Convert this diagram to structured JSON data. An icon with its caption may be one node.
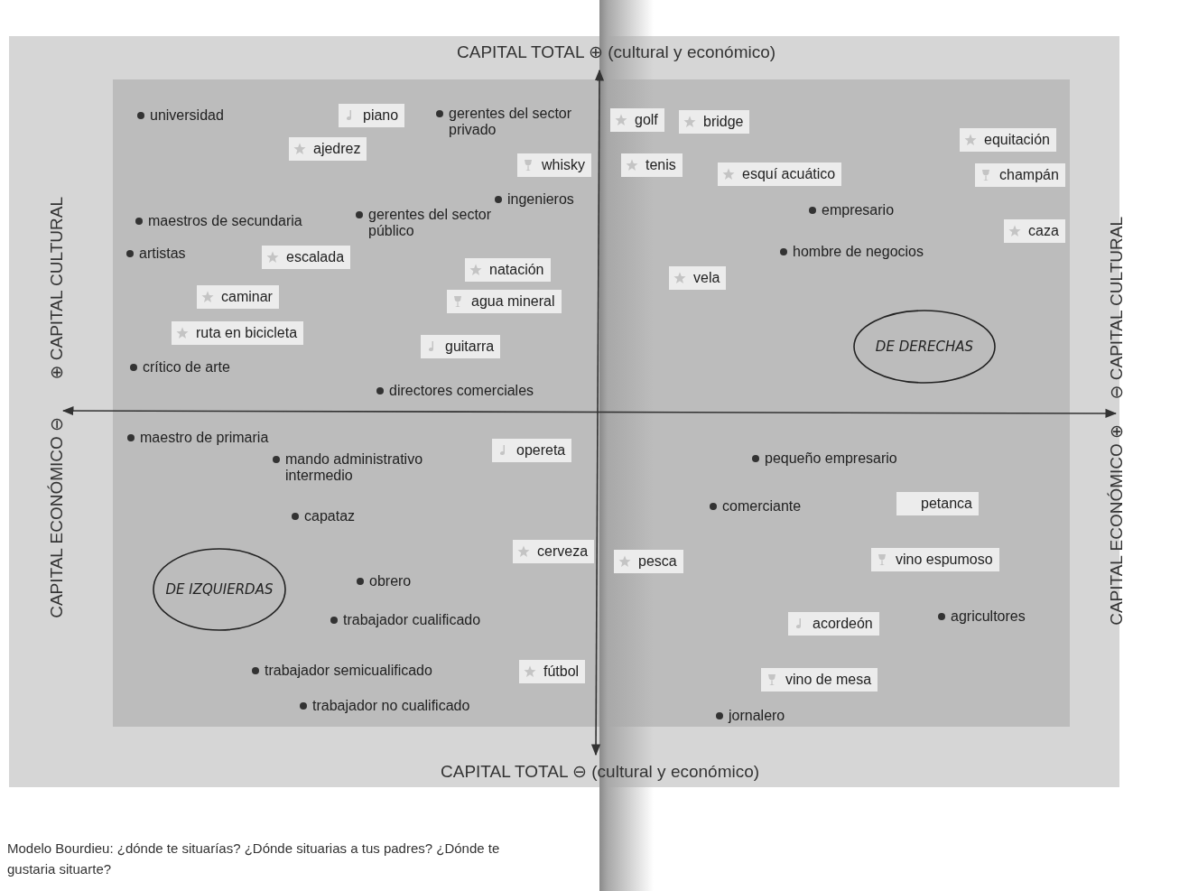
{
  "diagram": {
    "caption": "Modelo Bourdieu: ¿dónde te situarías? ¿Dónde situarias a tus padres? ¿Dónde te gustaria situarte?",
    "nodes": [
      {
        "text": [
          "piano"
        ]
      },
      {
        "text": [
          "ajedrez"
        ]
      },
      {
        "text": [
          "whisky"
        ]
      },
      {
        "text": [
          "escalada"
        ]
      },
      {
        "text": [
          "natación"
        ]
      },
      {
        "text": [
          "caminar"
        ]
      },
      {
        "text": [
          "agua mineral"
        ]
      },
      {
        "text": [
          "ruta en bicicleta"
        ]
      },
      {
        "text": [
          "guitarra"
        ]
      },
      {
        "text": [
          "golf"
        ]
      },
      {
        "text": [
          "bridge"
        ]
      },
      {
        "text": [
          "tenis"
        ]
      },
      {
        "text": [
          "esquí acuático"
        ]
      },
      {
        "text": [
          "equitación"
        ]
      },
      {
        "text": [
          "champán"
        ]
      },
      {
        "text": [
          "caza"
        ]
      },
      {
        "text": [
          "vela"
        ]
      },
      {
        "text": [
          "DE DERECHAS"
        ]
      },
      {
        "text": [
          "opereta"
        ]
      },
      {
        "text": [
          "cerveza"
        ]
      },
      {
        "text": [
          "DE IZQUIERDAS"
        ]
      },
      {
        "text": [
          "fútbol"
        ]
      },
      {
        "text": [
          "petanca"
        ]
      },
      {
        "text": [
          "pesca"
        ]
      },
      {
        "text": [
          "vino espumoso"
        ]
      },
      {
        "text": [
          "acordeón"
        ]
      },
      {
        "text": [
          "vino de mesa"
        ]
      }
    ],
    "labels": [
      "CAPITAL TOTAL ⊕ (cultural y económico)",
      "universidad",
      "gerentes del sector privado",
      "ingenieros",
      "maestros de secundaria",
      "gerentes del sector público",
      "artistas",
      "crítico de arte",
      "directores comerciales",
      "empresario",
      "hombre de negocios",
      "⊕ CAPITAL CULTURAL",
      "⊖ CAPITAL CULTURAL",
      "CAPITAL ECONÓMICO ⊖",
      "CAPITAL ECONÓMICO ⊕",
      "maestro de primaria",
      "mando administrativo intermedio",
      "capataz",
      "obrero",
      "trabajador cualificado",
      "trabajador semicualificado",
      "trabajador no cualificado",
      "pequeño empresario",
      "comerciante",
      "agricultores",
      "jornalero",
      "CAPITAL TOTAL ⊖ (cultural y económico)"
    ]
  }
}
